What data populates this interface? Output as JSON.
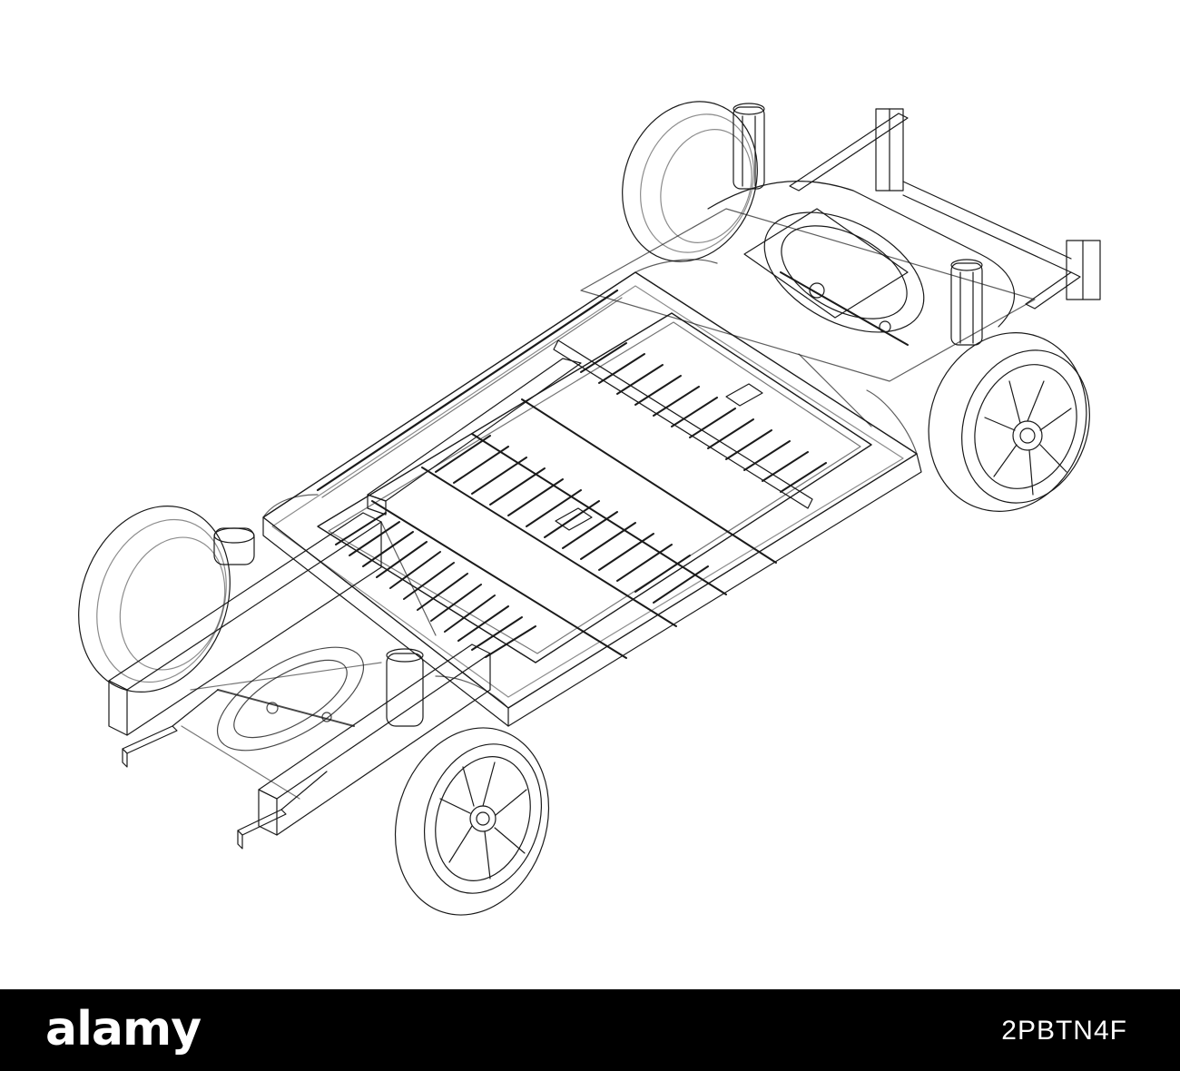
{
  "footer": {
    "watermark": "alamy",
    "image_id": "2PBTN4F"
  },
  "colors": {
    "background": "#ffffff",
    "line": "#1a1a1a",
    "footer_bg": "#000000",
    "footer_text": "#ffffff"
  },
  "illustration": {
    "subject": "ev-chassis-wireframe"
  }
}
